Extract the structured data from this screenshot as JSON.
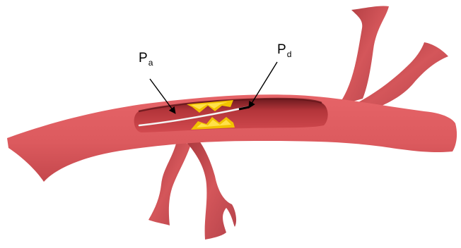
{
  "labels": {
    "aortic_pressure": {
      "base": "P",
      "sub": "a"
    },
    "distal_pressure": {
      "base": "P",
      "sub": "d"
    }
  },
  "colors": {
    "vessel": "#dc5a5e",
    "vessel_dark": "#a83a3e",
    "lumen": "#c93b40",
    "lumen_shadow": "#7a1f24",
    "plaque": "#f2c200",
    "plaque_light": "#ffe14a",
    "wire": "#ffffff",
    "arrow": "#000000"
  }
}
